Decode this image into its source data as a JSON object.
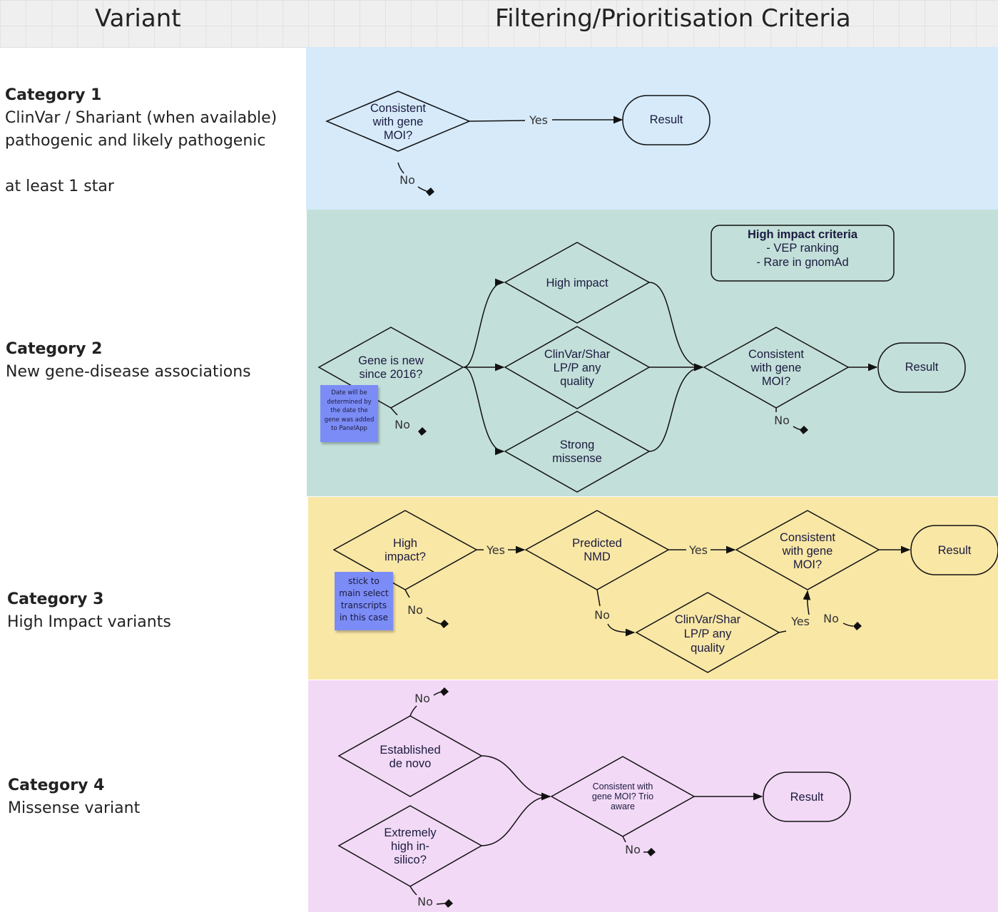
{
  "header": {
    "left": "Variant",
    "right": "Filtering/Prioritisation Criteria"
  },
  "categories": [
    {
      "title": "Category 1",
      "lines": [
        "ClinVar / Shariant (when available)",
        "pathogenic and likely pathogenic",
        "",
        "at least 1 star"
      ]
    },
    {
      "title": "Category 2",
      "lines": [
        "New gene-disease associations"
      ]
    },
    {
      "title": "Category 3",
      "lines": [
        "High Impact variants"
      ]
    },
    {
      "title": "Category 4",
      "lines": [
        "Missense variant"
      ]
    }
  ],
  "colors": {
    "cat1": "#d6eafa",
    "cat2": "#c3dfd9",
    "cat3": "#f9e7a6",
    "cat4": "#f2d9f6",
    "sticky": "#7b8cf6"
  },
  "notes": {
    "criteria_box": [
      "High impact criteria",
      "- VEP ranking",
      "- Rare in gnomAd"
    ],
    "sticky_date": [
      "Date will be",
      "determined by",
      "the date the",
      "gene was added",
      "to PanelApp"
    ],
    "sticky_transcripts": [
      "stick to",
      "main select",
      "transcripts",
      "in this case"
    ]
  },
  "nodes": {
    "c1_moi": [
      "Consistent",
      "with gene",
      "MOI?"
    ],
    "c1_result": [
      "Result"
    ],
    "c2_gene_new": [
      "Gene is new",
      "since 2016?"
    ],
    "c2_high_impact": [
      "High impact"
    ],
    "c2_clinvar": [
      "ClinVar/Shar",
      "LP/P any",
      "quality"
    ],
    "c2_strong_missense": [
      "Strong",
      "missense"
    ],
    "c2_moi": [
      "Consistent",
      "with gene",
      "MOI?"
    ],
    "c2_result": [
      "Result"
    ],
    "c3_high_impact": [
      "High",
      "impact?"
    ],
    "c3_nmd": [
      "Predicted",
      "NMD"
    ],
    "c3_moi": [
      "Consistent",
      "with gene",
      "MOI?"
    ],
    "c3_clinvar": [
      "ClinVar/Shar",
      "LP/P any",
      "quality"
    ],
    "c3_result": [
      "Result"
    ],
    "c4_de_novo": [
      "Established",
      "de novo"
    ],
    "c4_in_silico": [
      "Extremely",
      "high in-",
      "silico?"
    ],
    "c4_moi": [
      "Consistent with",
      "gene MOI? Trio",
      "aware"
    ],
    "c4_result": [
      "Result"
    ]
  },
  "edge_labels": {
    "yes": "Yes",
    "no": "No"
  }
}
